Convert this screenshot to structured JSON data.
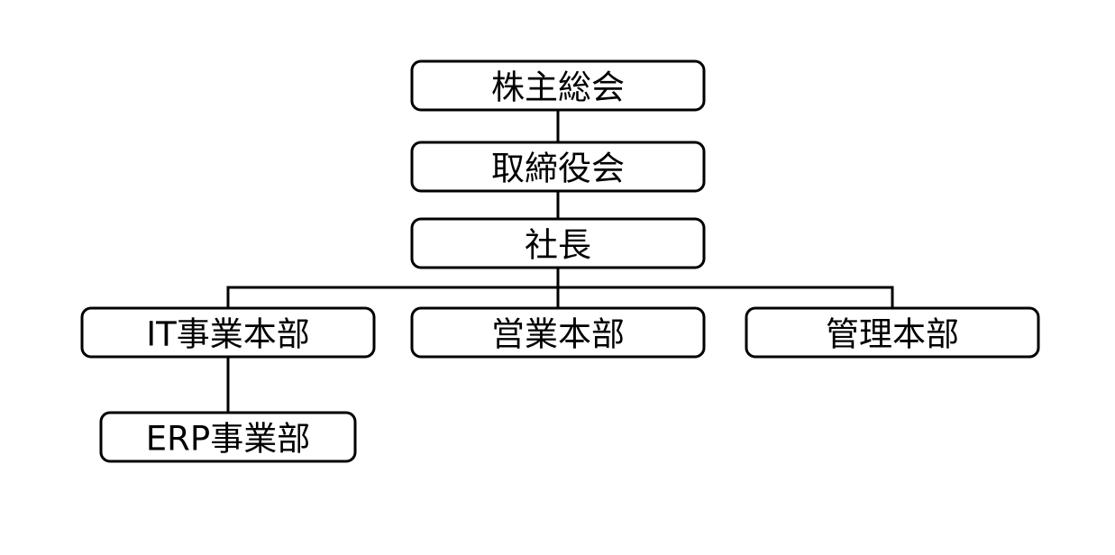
{
  "org_chart": {
    "shareholders_meeting": "株主総会",
    "board_of_directors": "取締役会",
    "president": "社長",
    "it_division": "IT事業本部",
    "sales_division": "営業本部",
    "admin_division": "管理本部",
    "erp_department": "ERP事業部"
  }
}
